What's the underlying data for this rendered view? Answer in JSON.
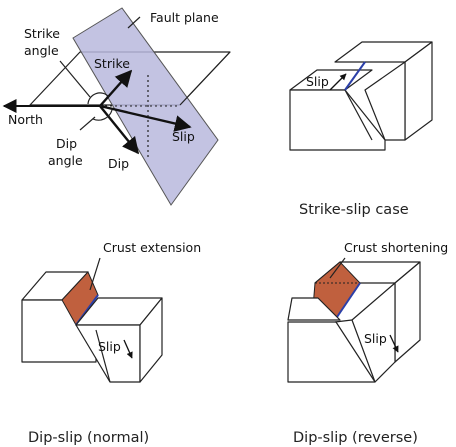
{
  "panel_top_left": {
    "fault_plane": "Fault plane",
    "strike_angle_line1": "Strike",
    "strike_angle_line2": "angle",
    "strike": "Strike",
    "north": "North",
    "slip": "Slip",
    "dip_angle_line1": "Dip",
    "dip_angle_line2": "angle",
    "dip": "Dip"
  },
  "panel_top_right": {
    "slip": "Slip",
    "caption": "Strike-slip case"
  },
  "panel_bottom_left": {
    "annotation": "Crust extension",
    "slip": "Slip",
    "caption": "Dip-slip (normal)"
  },
  "panel_bottom_right": {
    "annotation": "Crust shortening",
    "slip": "Slip",
    "caption": "Dip-slip (reverse)"
  },
  "colors": {
    "fault_plane": "#b8b8dd",
    "fault_face": "#c0603e",
    "fault_line": "#2b3fa8"
  }
}
